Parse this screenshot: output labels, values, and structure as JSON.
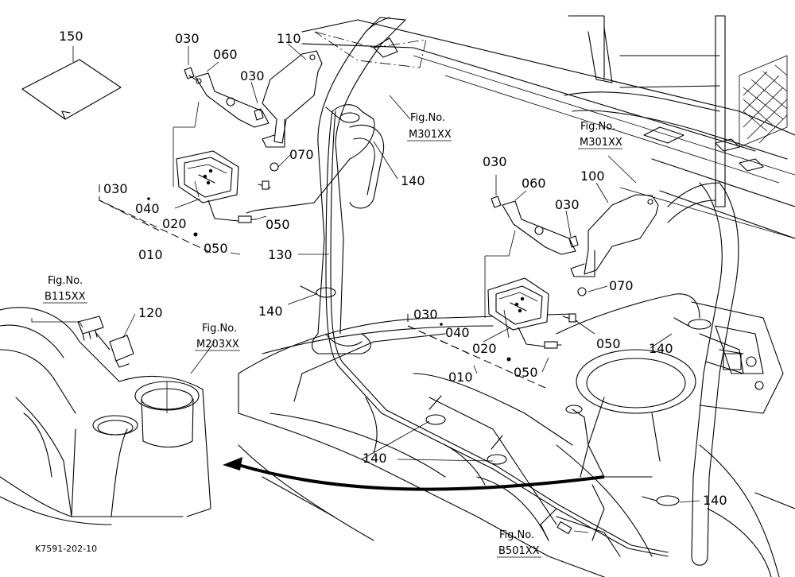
{
  "labels": {
    "p150": "150",
    "p030": "030",
    "p060": "060",
    "p110": "110",
    "p070": "070",
    "p140": "140",
    "p040": "040",
    "p020": "020",
    "p050": "050",
    "p010": "010",
    "p130": "130",
    "p100": "100",
    "p120": "120"
  },
  "refs": {
    "fig_no": "Fig.No.",
    "m301": "M301XX",
    "b115": "B115XX",
    "m203": "M203XX",
    "b501": "B501XX"
  },
  "drawing_code": "K7591-202-10"
}
